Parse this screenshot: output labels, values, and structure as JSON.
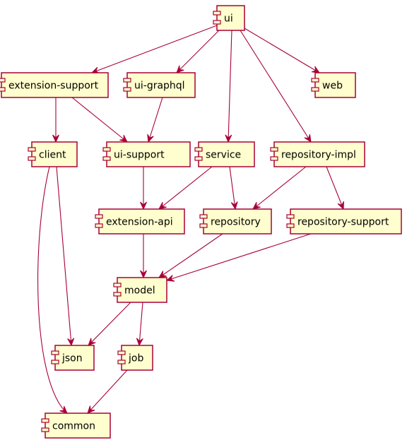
{
  "diagram": {
    "type": "component-dependency",
    "colors": {
      "node_fill": "#FEFECE",
      "node_border": "#A80036",
      "edge": "#A80036",
      "background": "#FFFFFF"
    },
    "nodes": [
      {
        "id": "ui",
        "label": "ui"
      },
      {
        "id": "extension-support",
        "label": "extension-support"
      },
      {
        "id": "ui-graphql",
        "label": "ui-graphql"
      },
      {
        "id": "web",
        "label": "web"
      },
      {
        "id": "client",
        "label": "client"
      },
      {
        "id": "ui-support",
        "label": "ui-support"
      },
      {
        "id": "service",
        "label": "service"
      },
      {
        "id": "repository-impl",
        "label": "repository-impl"
      },
      {
        "id": "extension-api",
        "label": "extension-api"
      },
      {
        "id": "repository",
        "label": "repository"
      },
      {
        "id": "repository-support",
        "label": "repository-support"
      },
      {
        "id": "model",
        "label": "model"
      },
      {
        "id": "json",
        "label": "json"
      },
      {
        "id": "job",
        "label": "job"
      },
      {
        "id": "common",
        "label": "common"
      }
    ],
    "edges": [
      {
        "from": "ui",
        "to": "extension-support"
      },
      {
        "from": "ui",
        "to": "ui-graphql"
      },
      {
        "from": "ui",
        "to": "service"
      },
      {
        "from": "ui",
        "to": "repository-impl"
      },
      {
        "from": "ui",
        "to": "web"
      },
      {
        "from": "extension-support",
        "to": "client"
      },
      {
        "from": "extension-support",
        "to": "ui-support"
      },
      {
        "from": "ui-graphql",
        "to": "ui-support"
      },
      {
        "from": "ui-support",
        "to": "extension-api"
      },
      {
        "from": "service",
        "to": "extension-api"
      },
      {
        "from": "service",
        "to": "repository"
      },
      {
        "from": "repository-impl",
        "to": "repository"
      },
      {
        "from": "repository-impl",
        "to": "repository-support"
      },
      {
        "from": "extension-api",
        "to": "model"
      },
      {
        "from": "repository",
        "to": "model"
      },
      {
        "from": "repository-support",
        "to": "model"
      },
      {
        "from": "client",
        "to": "json"
      },
      {
        "from": "client",
        "to": "common"
      },
      {
        "from": "model",
        "to": "json"
      },
      {
        "from": "model",
        "to": "job"
      },
      {
        "from": "job",
        "to": "common"
      }
    ]
  }
}
